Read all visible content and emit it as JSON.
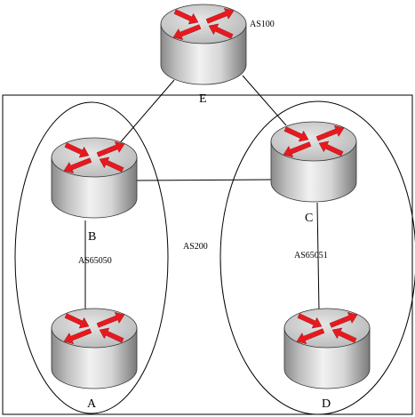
{
  "colors": {
    "arrow": "#e8191e",
    "body_dark": "#7d7d7d",
    "body_light": "#efefef",
    "top_face": "#c9c9c9",
    "line": "#000000"
  },
  "routers": [
    {
      "id": "E",
      "label": "E",
      "icon": "router-icon"
    },
    {
      "id": "B",
      "label": "B",
      "icon": "router-icon"
    },
    {
      "id": "C",
      "label": "C",
      "icon": "router-icon"
    },
    {
      "id": "A",
      "label": "A",
      "icon": "router-icon"
    },
    {
      "id": "D",
      "label": "D",
      "icon": "router-icon"
    }
  ],
  "as_labels": {
    "as100": "AS100",
    "as200": "AS200",
    "as65050": "AS65050",
    "as65051": "AS65051"
  },
  "links": [
    {
      "from": "E",
      "to": "B"
    },
    {
      "from": "E",
      "to": "C"
    },
    {
      "from": "B",
      "to": "C"
    },
    {
      "from": "B",
      "to": "A"
    },
    {
      "from": "C",
      "to": "D"
    }
  ]
}
